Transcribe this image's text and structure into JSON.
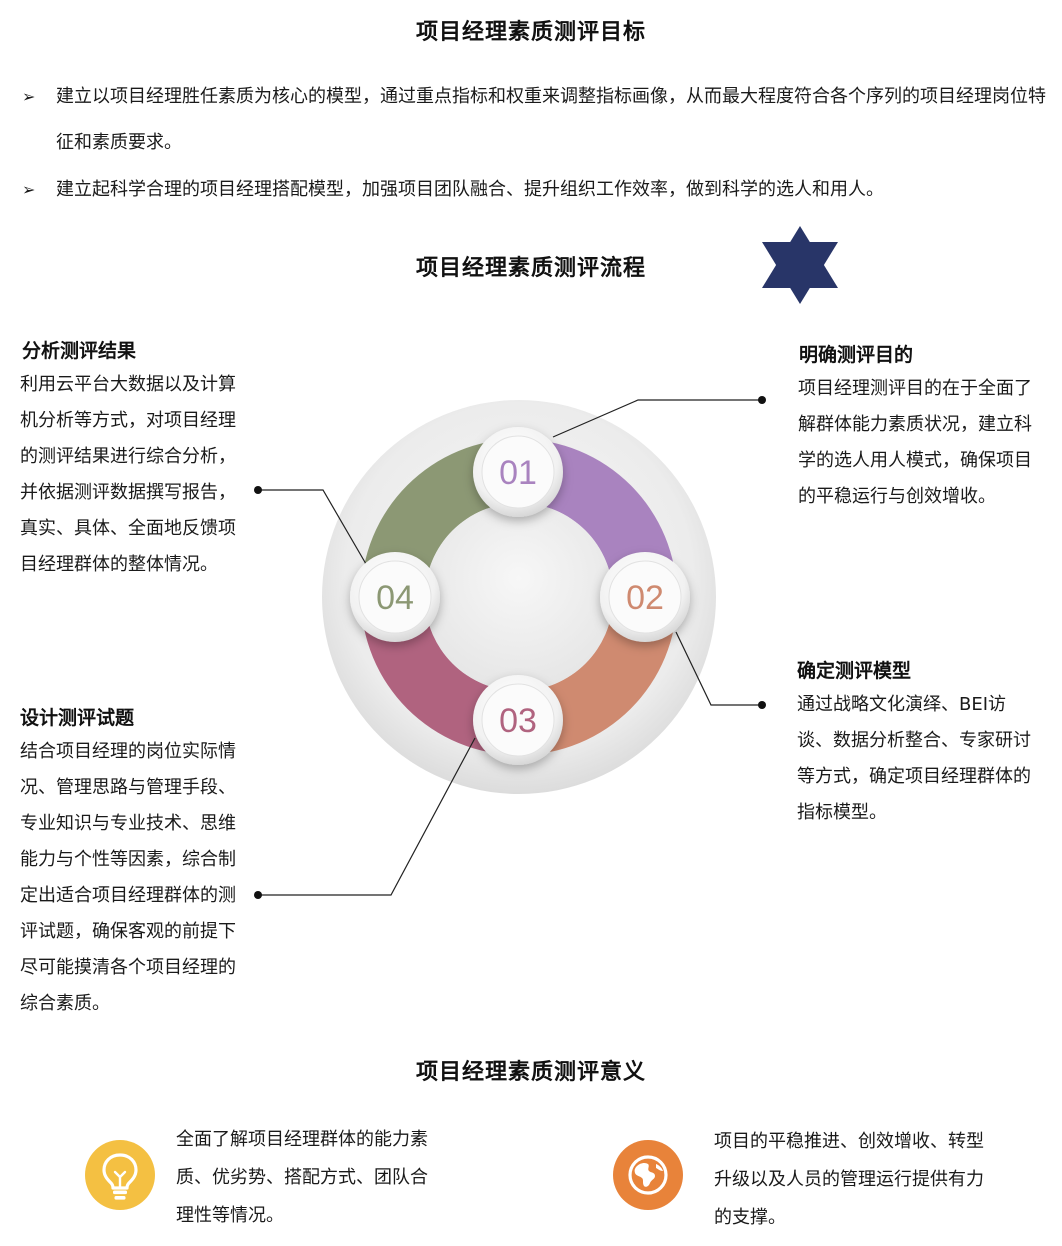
{
  "goal": {
    "title": "项目经理素质测评目标",
    "bullets": [
      {
        "text": "建立以项目经理胜任素质为核心的模型，通过重点指标和权重来调整指标画像，从而最大程度符合各个序列的项目经理岗位特征和素质要求。"
      },
      {
        "text": "建立起科学合理的项目经理搭配模型，加强项目团队融合、提升组织工作效率，做到科学的选人和用人。"
      }
    ]
  },
  "process": {
    "title": "项目经理素质测评流程",
    "steps": [
      {
        "number": "01",
        "title": "明确测评目的",
        "text": "项目经理测评目的在于全面了解群体能力素质状况，建立科学的选人用人模式，确保项目的平稳运行与创效增收。",
        "color": "#a983bf"
      },
      {
        "number": "02",
        "title": "确定测评模型",
        "text": "通过战略文化演绎、BEI访谈、数据分析整合、专家研讨等方式，确定项目经理群体的指标模型。",
        "color": "#cf8a70"
      },
      {
        "number": "03",
        "title": "设计测评试题",
        "text": "结合项目经理的岗位实际情况、管理思路与管理手段、专业知识与专业技术、思维能力与个性等因素，综合制定出适合项目经理群体的测评试题，确保客观的前提下尽可能摸清各个项目经理的综合素质。",
        "color": "#b0637f"
      },
      {
        "number": "04",
        "title": "分析测评结果",
        "text": "利用云平台大数据以及计算机分析等方式，对项目经理的测评结果进行综合分析，并依据测评数据撰写报告，真实、具体、全面地反馈项目经理群体的整体情况。",
        "color": "#8c9874"
      }
    ],
    "decor_color": "#283568"
  },
  "meaning": {
    "title": "项目经理素质测评意义",
    "items": [
      {
        "icon": "lightbulb-icon",
        "color": "#f4c042",
        "text": "全面了解项目经理群体的能力素质、优劣势、搭配方式、团队合理性等情况。"
      },
      {
        "icon": "globe-icon",
        "color": "#e8833a",
        "text": "项目的平稳推进、创效增收、转型升级以及人员的管理运行提供有力的支撑。"
      }
    ]
  }
}
